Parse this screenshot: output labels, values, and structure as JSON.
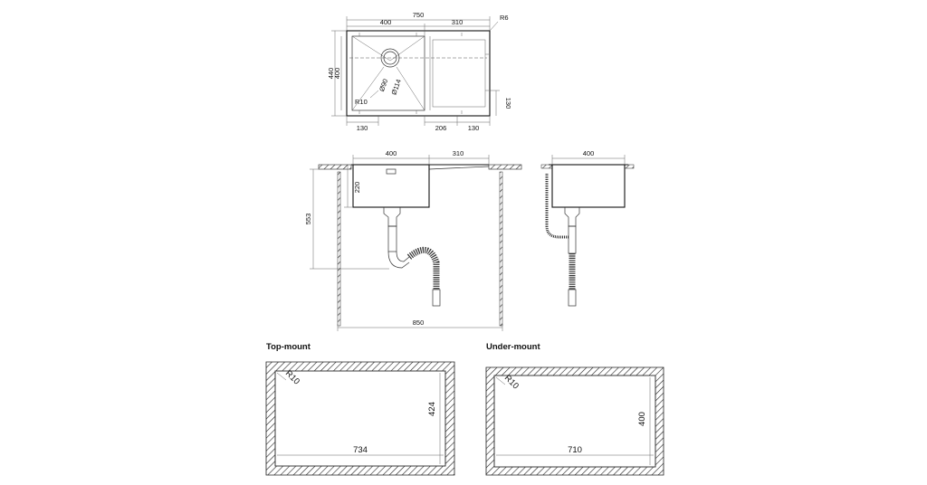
{
  "top_view": {
    "dims": {
      "overall_width": "750",
      "bowl_width": "400",
      "drainer_width": "310",
      "corner_radius_top": "R6",
      "overall_depth": "440",
      "bowl_depth": "400",
      "drain_diameter_inner": "Ø90",
      "drain_diameter_outer": "Ø114",
      "bowl_radius": "R10",
      "right_offset": "130",
      "bottom_left": "130",
      "bottom_mid": "206",
      "bottom_right": "130"
    }
  },
  "front_view": {
    "dims": {
      "bowl_width": "400",
      "drainer_width": "310",
      "bowl_height": "220",
      "cabinet_height": "553",
      "cabinet_width": "850"
    }
  },
  "side_view": {
    "dims": {
      "bowl_width": "400"
    }
  },
  "cutouts": {
    "top_mount": {
      "title": "Top-mount",
      "radius": "R10",
      "width": "734",
      "height": "424"
    },
    "under_mount": {
      "title": "Under-mount",
      "radius": "R10",
      "width": "710",
      "height": "400"
    }
  }
}
